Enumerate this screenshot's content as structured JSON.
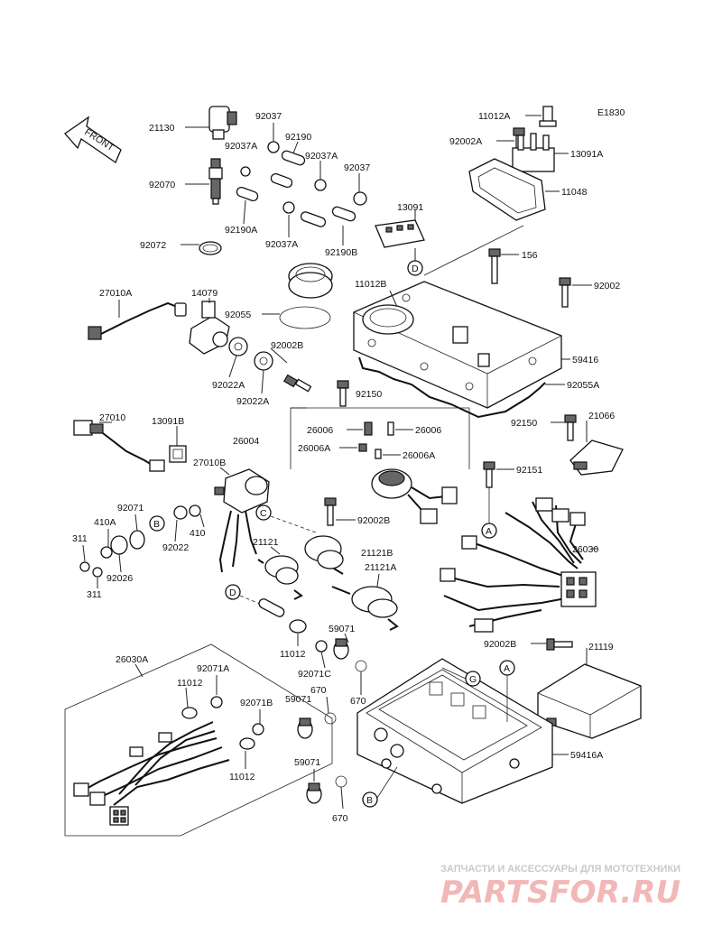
{
  "diagram_code": "E1830",
  "front_label": "FRONT",
  "callouts": [
    "A",
    "B",
    "C",
    "D",
    "G"
  ],
  "parts": {
    "p21130": "21130",
    "p92037_a": "92037",
    "p92037A_a": "92037A",
    "p92190": "92190",
    "p92037A_b": "92037A",
    "p92037_b": "92037",
    "p92070": "92070",
    "p92190A": "92190A",
    "p92037A_c": "92037A",
    "p92190B": "92190B",
    "p13091": "13091",
    "p92072": "92072",
    "p11012A": "11012A",
    "p92002A": "92002A",
    "p13091A": "13091A",
    "p11048": "11048",
    "p156": "156",
    "p11012B": "11012B",
    "p92002": "92002",
    "p27010A": "27010A",
    "p14079": "14079",
    "p92055": "92055",
    "p92002B_a": "92002B",
    "p59416": "59416",
    "p92022A_a": "92022A",
    "p92022A_b": "92022A",
    "p92055A": "92055A",
    "p92150_a": "92150",
    "p26006_a": "26006",
    "p26006_b": "26006",
    "p92150_b": "92150",
    "p21066": "21066",
    "p27010": "27010",
    "p13091B": "13091B",
    "p26004": "26004",
    "p26006A_a": "26006A",
    "p26006A_b": "26006A",
    "p27010B": "27010B",
    "p92151": "92151",
    "p92071": "92071",
    "p410A": "410A",
    "p311_a": "311",
    "p92022": "92022",
    "p410": "410",
    "p92002B_b": "92002B",
    "p92026": "92026",
    "p311_b": "311",
    "p21121": "21121",
    "p21121B": "21121B",
    "p21121A": "21121A",
    "p26030": "26030",
    "p59071_a": "59071",
    "p11012_a": "11012",
    "p92002B_c": "92002B",
    "p21119": "21119",
    "p26030A": "26030A",
    "p92071A": "92071A",
    "p11012_b": "11012",
    "p92071B": "92071B",
    "p92071C": "92071C",
    "p670_a": "670",
    "p670_b": "670",
    "p59071_b": "59071",
    "p59416A": "59416A",
    "p11012_c": "11012",
    "p59071_c": "59071",
    "p670_c": "670"
  },
  "watermark": {
    "tagline": "ЗАПЧАСТИ И АКСЕССУАРЫ ДЛЯ МОТОТЕХНИКИ",
    "brand": "PARTSFOR.RU"
  }
}
